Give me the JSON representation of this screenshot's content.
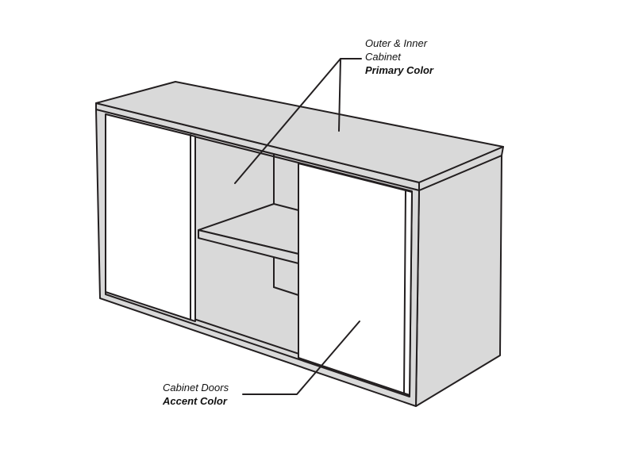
{
  "labels": {
    "cabinet": {
      "line1": "Outer & Inner",
      "line2": "Cabinet",
      "color": "Primary Color"
    },
    "doors": {
      "line1": "Cabinet Doors",
      "color": "Accent Color"
    }
  },
  "colors": {
    "primary": "#d9d9d9",
    "accent": "#ffffff",
    "outline": "#231f20"
  }
}
